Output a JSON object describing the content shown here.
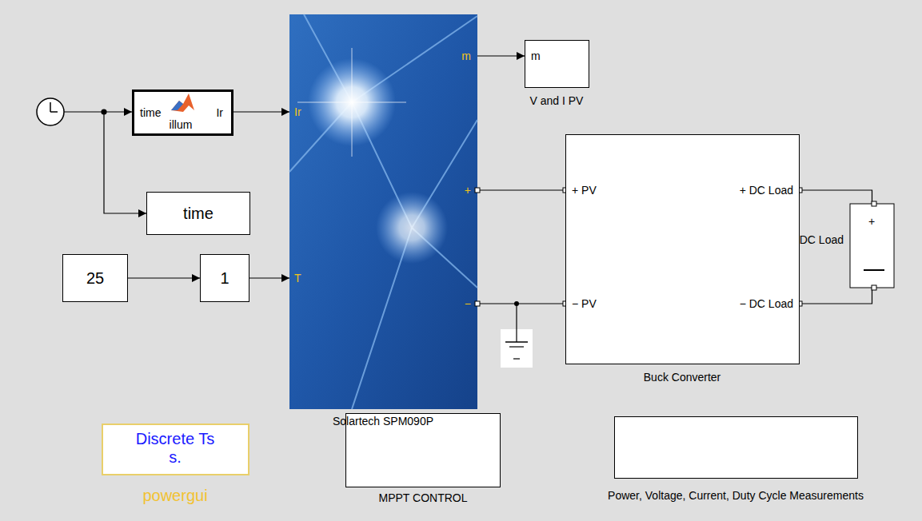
{
  "diagram": {
    "nodes": [
      {
        "text": [
          "time",
          "illum",
          "Ir"
        ]
      },
      {
        "text": [
          "time"
        ]
      },
      {
        "text": [
          "25"
        ]
      },
      {
        "text": [
          "1"
        ]
      },
      {
        "text": [
          "m",
          "Ir",
          "+",
          "T",
          "−",
          "Solartech SPM090P"
        ]
      },
      {
        "text": [
          "m",
          "V and I PV"
        ]
      },
      {
        "text": [
          "+ PV",
          "+ DC Load",
          "− PV",
          "− DC Load",
          "Buck Converter"
        ]
      },
      {
        "text": [
          "+",
          "DC Load"
        ]
      },
      {
        "text": [
          "Discrete Ts s.",
          "powergui"
        ]
      },
      {
        "text": [
          "MPPT CONTROL"
        ]
      },
      {
        "text": [
          "Power, Voltage, Current, Duty Cycle Measurements"
        ]
      }
    ],
    "edges": [
      {
        "from": 2,
        "to": 3,
        "arrow": "to"
      },
      {
        "from": 3,
        "to": 4,
        "arrow": "to"
      },
      {
        "from": 0,
        "to": 4,
        "arrow": "to"
      },
      {
        "from": 4,
        "to": 5,
        "arrow": "to"
      },
      {
        "from": 4,
        "to": 6,
        "arrow": "none"
      },
      {
        "from": 4,
        "to": 6,
        "arrow": "none"
      },
      {
        "from": 6,
        "to": 7,
        "arrow": "none"
      },
      {
        "from": 6,
        "to": 7,
        "arrow": "none"
      }
    ]
  }
}
